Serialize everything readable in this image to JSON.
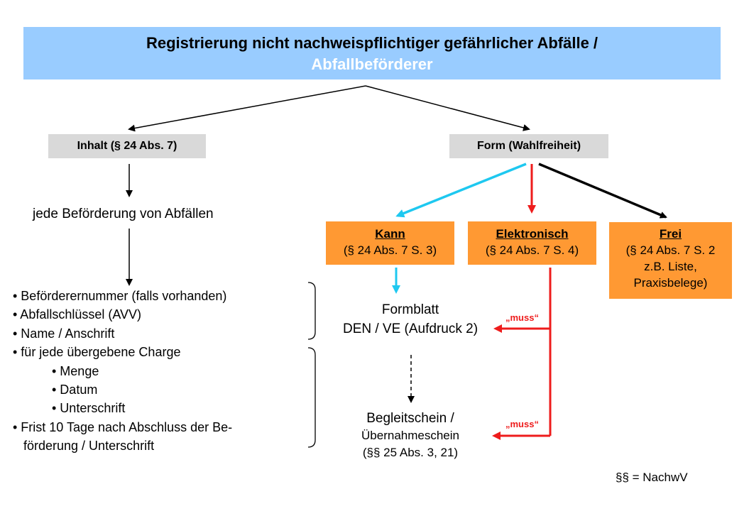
{
  "title": {
    "line1": "Registrierung nicht nachweispflichtiger gefährlicher Abfälle /",
    "line2": "Abfallbeförderer"
  },
  "inhalt": {
    "label": "Inhalt (§ 24 Abs. 7)",
    "step": "jede Beförderung von Abfällen",
    "items": [
      "• Beförderernummer (falls vorhanden)",
      "• Abfallschlüssel (AVV)",
      "• Name / Anschrift",
      "• für jede übergebene Charge",
      "• Menge",
      "• Datum",
      "• Unterschrift",
      "• Frist 10 Tage nach Abschluss der Be-",
      "förderung / Unterschrift"
    ]
  },
  "form": {
    "label": "Form (Wahlfreiheit)",
    "kann": {
      "title": "Kann",
      "ref": "(§ 24 Abs. 7 S. 3)"
    },
    "elektronisch": {
      "title": "Elektronisch",
      "ref": "(§ 24 Abs. 7 S. 4)"
    },
    "frei": {
      "title": "Frei",
      "line1": "(§ 24 Abs. 7 S. 2",
      "line2": "z.B. Liste,",
      "line3": "Praxisbelege)"
    }
  },
  "formblatt": {
    "line1": "Formblatt",
    "line2": "DEN / VE (Aufdruck 2)"
  },
  "begleitschein": {
    "line1": "Begleitschein /",
    "line2": "Übernahmeschein",
    "line3": "(§§ 25 Abs. 3, 21)"
  },
  "muss_label": "„muss“",
  "footnote": "§§ = NachwV",
  "colors": {
    "title_bg": "#99ccff",
    "gray_box": "#d9d9d9",
    "orange_box": "#ff9933",
    "cyan_arrow": "#1ec8f0",
    "red_arrow": "#ee1c1c"
  }
}
